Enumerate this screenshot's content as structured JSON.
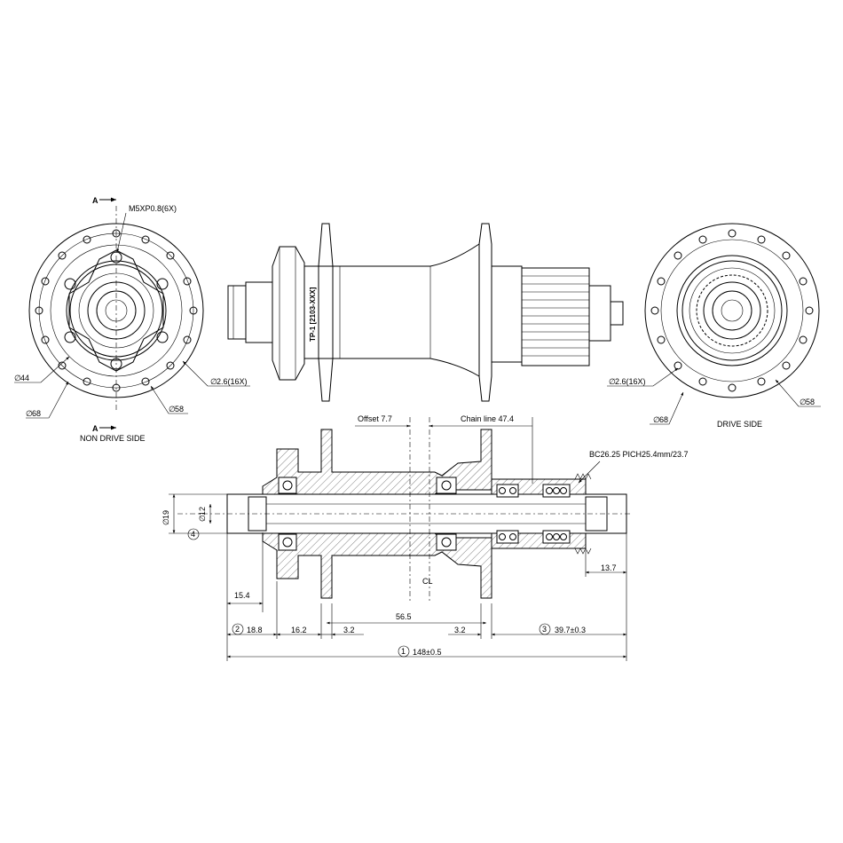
{
  "labels": {
    "section_a_top": "A",
    "section_a_bottom": "A",
    "bolt_thread": "M5XP0.8(6X)",
    "nds_dia44": "44",
    "nds_dia68": "68",
    "nds_dia58": "58",
    "nds_spoke_holes": "2.6(16X)",
    "non_drive_side": "NON DRIVE SIDE",
    "ds_spoke_holes": "2.6(16X)",
    "ds_dia68": "68",
    "ds_dia58": "58",
    "drive_side": "DRIVE SIDE",
    "part_marking": "TP-1 [2103-XXX]",
    "offset": "Offset 7.7",
    "chain_line": "Chain line 47.4",
    "bc_spec": "BC26.25 PICH25.4mm/23.7",
    "axle_dia19": "19",
    "axle_dia12": "12",
    "cl": "CL",
    "dim_15_4": "15.4",
    "dim_13_7": "13.7",
    "dim_56_5": "56.5",
    "dim_18_8": "18.8",
    "dim_16_2": "16.2",
    "dim_3_2_left": "3.2",
    "dim_3_2_right": "3.2",
    "dim_39_7": "39.7±0.3",
    "dim_148": "148±0.5"
  },
  "callouts": {
    "c1": "1",
    "c2": "2",
    "c3": "3",
    "c4": "4"
  },
  "symbols": {
    "diameter": "∅"
  }
}
